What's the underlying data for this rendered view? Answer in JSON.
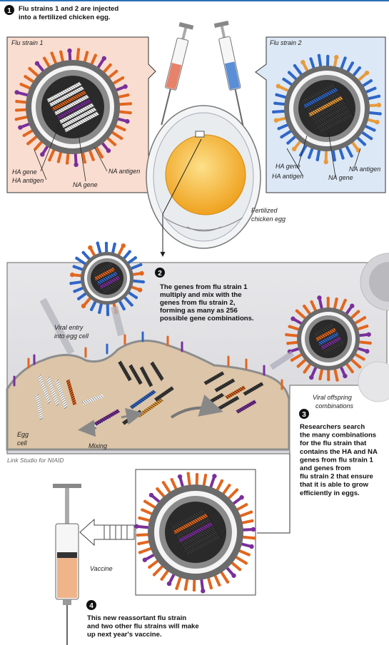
{
  "steps": [
    {
      "number": "1",
      "lines": [
        "Flu strains 1 and 2 are injected",
        "into a fertilized chicken egg."
      ]
    },
    {
      "number": "2",
      "lines": [
        "The genes from flu strain 1",
        "multiply and mix with the",
        "genes from flu strain 2,",
        "forming as many as 256",
        "possible gene combinations."
      ]
    },
    {
      "number": "3",
      "lines": [
        "Researchers search",
        "the many combinations",
        "for the flu strain that",
        "contains the HA and NA",
        "genes from flu strain 1",
        "and genes from",
        "flu strain 2 that ensure",
        "that it is able to grow",
        "efficiently in eggs."
      ]
    },
    {
      "number": "4",
      "lines": [
        "This new reassortant flu strain",
        "and two other flu strains will make",
        "up next year's vaccine."
      ]
    }
  ],
  "strain1": {
    "title": "Flu strain 1",
    "ha_gene": "HA gene",
    "ha_antigen": "HA antigen",
    "na_gene": "NA gene",
    "na_antigen": "NA antigen"
  },
  "strain2": {
    "title": "Flu strain 2",
    "ha_gene": "HA gene",
    "ha_antigen": "HA antigen",
    "na_gene": "NA gene",
    "na_antigen": "NA antigen"
  },
  "egg_label": [
    "Fertilized",
    "chicken egg"
  ],
  "viral_entry": [
    "Viral entry",
    "into egg cell"
  ],
  "egg_cell": [
    "Egg",
    "cell"
  ],
  "mixing": "Mixing",
  "offspring": [
    "Viral offspring",
    "combinations"
  ],
  "credit": "Link Studio for NIAID",
  "vaccine": "Vaccine",
  "colors": {
    "strain1_bg": "#f9ddd0",
    "strain2_bg": "#dce8f6",
    "cell_bg": "#e2e2e4",
    "cytoplasm": "#dcc5a8",
    "orange": "#e2661f",
    "purple": "#7a2f9a",
    "blue": "#2f66c8",
    "yolk": "#f6b23c",
    "vaccine_fluid": "#f0b48a"
  }
}
